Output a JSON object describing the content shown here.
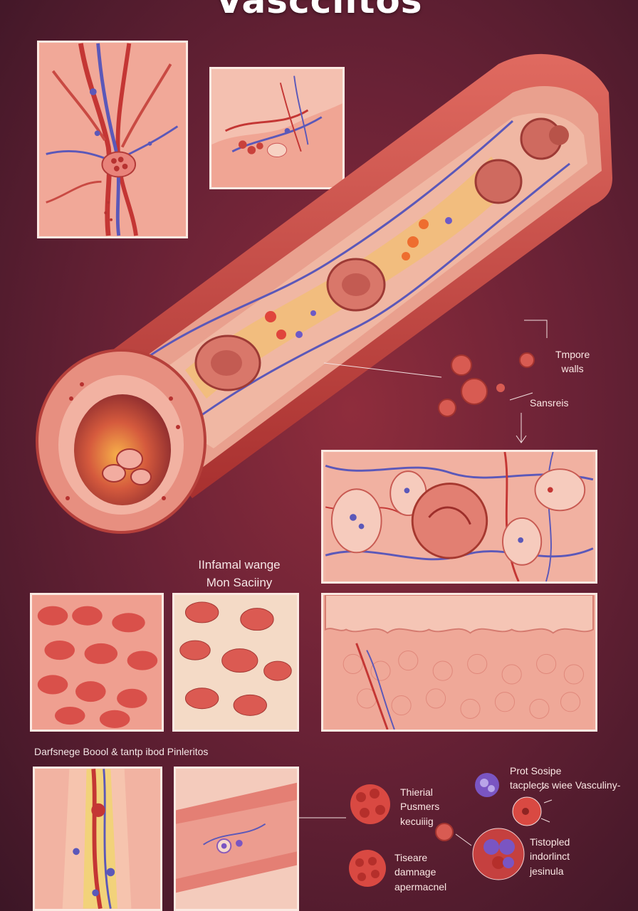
{
  "title": "Vascclitos",
  "callouts": {
    "tmpore_walls": [
      "Tmpore",
      "walls"
    ],
    "sansreis": "Sansreis",
    "inflammation": [
      "IInfamal wange",
      "Mon Saciiny"
    ],
    "section_heading": "Darfsnege Boool & tantp ibod Pinleritos",
    "thierial": [
      "Thierial",
      "Pusmers",
      "kecuiiig"
    ],
    "prot_sosipe": [
      "Prot Sosipe",
      "tacplects wiee Vasculiny-"
    ],
    "tiseare": [
      "Tiseare",
      "damnage",
      "apermacnel"
    ],
    "tistopled": [
      "Tistopled",
      "indorlinct",
      "jesinula"
    ]
  },
  "colors": {
    "background": "#6a2236",
    "vessel_red": "#c8433e",
    "tissue_pink": "#f0a593",
    "vein_blue": "#5a57b6",
    "panel_border": "#fbe9e2"
  }
}
